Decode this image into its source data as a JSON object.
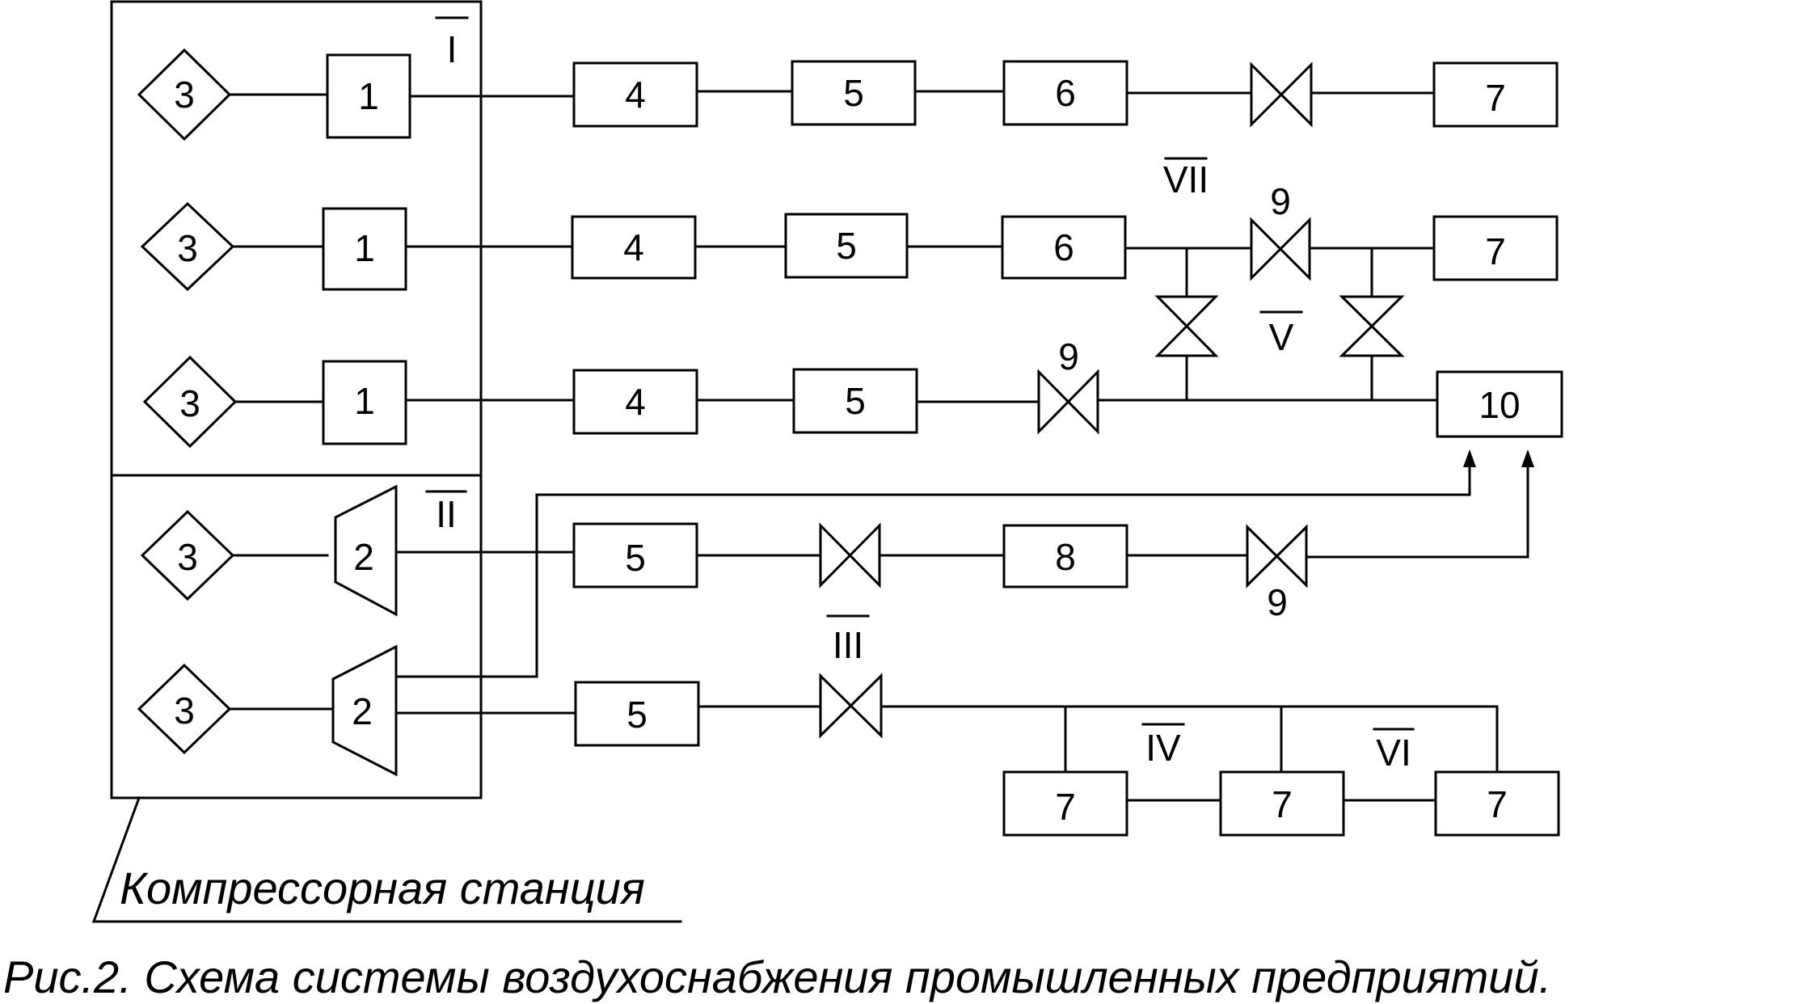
{
  "diagram": {
    "station_label": "Компрессорная станция",
    "caption": "Рис.2. Схема системы воздухоснабжения  промышленных предприятий.",
    "lines": {
      "i": "I",
      "ii": "II",
      "iii": "III",
      "iv": "IV",
      "v": "V",
      "vi": "VI",
      "vii": "VII"
    },
    "motor": "3",
    "piston_compressor": "1",
    "turbo_compressor": "2",
    "unit_4": "4",
    "unit_5": "5",
    "unit_6": "6",
    "consumer": "7",
    "unit_8": "8",
    "valve_9": "9",
    "unit_10": "10"
  }
}
